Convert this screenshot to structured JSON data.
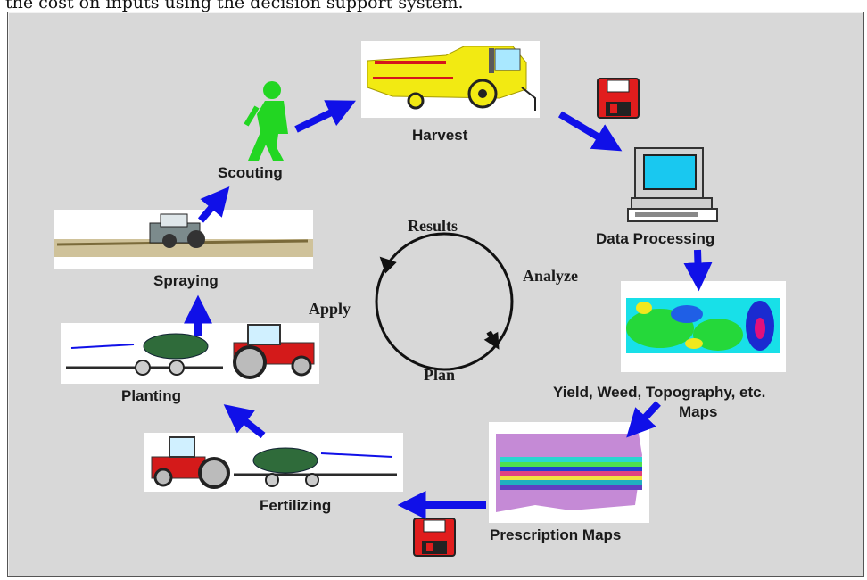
{
  "caption": "the cost on inputs using the decision support system.",
  "stages": {
    "harvest": "Harvest",
    "data_processing": "Data Processing",
    "maps_line1": "Yield, Weed, Topography, etc.",
    "maps_line2": "Maps",
    "prescription_maps": "Prescription Maps",
    "fertilizing": "Fertilizing",
    "planting": "Planting",
    "spraying": "Spraying",
    "scouting": "Scouting"
  },
  "cycle": {
    "results": "Results",
    "analyze": "Analyze",
    "plan": "Plan",
    "apply": "Apply"
  },
  "colors": {
    "arrow": "#1010e8",
    "background": "#d8d8d8",
    "harvester": "#f2ea12",
    "scout": "#22d622",
    "disk": "#e11d1d",
    "tractor": "#d41a1a",
    "hopper": "#2f6b3a"
  }
}
